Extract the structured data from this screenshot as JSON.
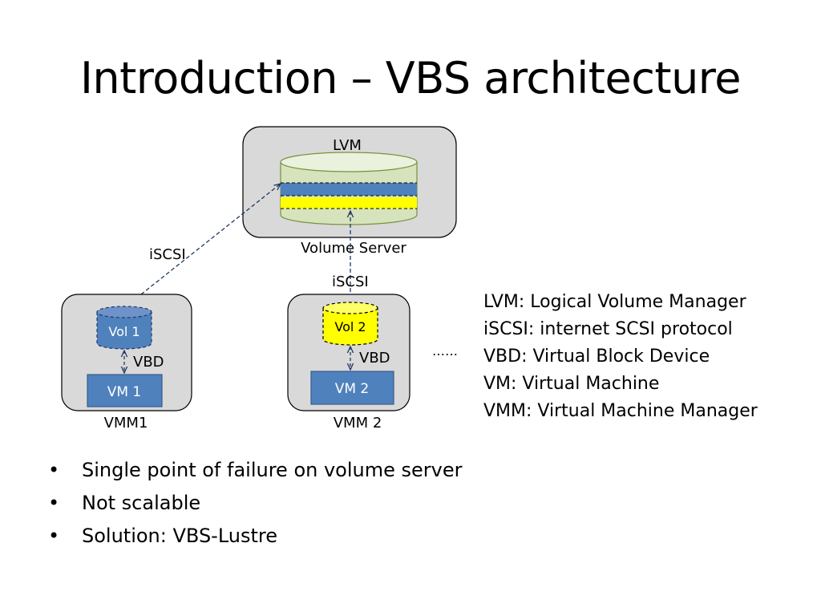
{
  "slide": {
    "title": "Introduction – VBS architecture"
  },
  "diagram": {
    "volume_server": {
      "top_label": "LVM",
      "bottom_label": "Volume Server"
    },
    "link_left_label": "iSCSI",
    "link_center_label": "iSCSI",
    "vmm1": {
      "volume_label": "Vol 1",
      "vbd_label": "VBD",
      "vm_label": "VM 1",
      "host_label": "VMM1"
    },
    "vmm2": {
      "volume_label": "Vol 2",
      "vbd_label": "VBD",
      "vm_label": "VM 2",
      "host_label": "VMM 2"
    },
    "ellipsis": "……"
  },
  "legend": [
    "LVM: Logical Volume Manager",
    "iSCSI: internet SCSI protocol",
    "VBD: Virtual Block Device",
    "VM: Virtual Machine",
    "VMM: Virtual Machine Manager"
  ],
  "bullets": [
    "Single point of failure on volume server",
    "Not scalable",
    "Solution: VBS-Lustre"
  ],
  "bullet_marker": "•",
  "colors": {
    "host_box_fill": "#d9d9d9",
    "lvm_green": "#d6e3bc",
    "lvm_blue": "#4f81bd",
    "lvm_yellow": "#ffff00",
    "vm_blue": "#4f81bd",
    "arrow": "#1f3864"
  }
}
